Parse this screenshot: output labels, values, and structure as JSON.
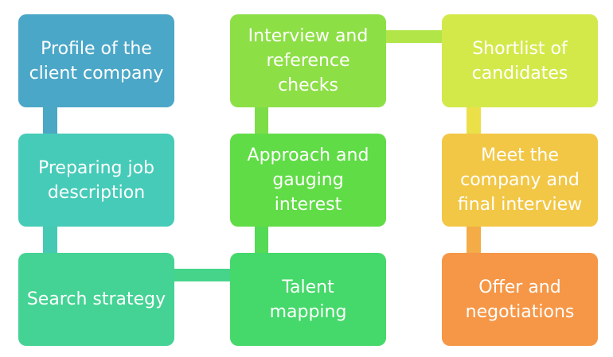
{
  "steps": [
    {
      "id": "b1",
      "label": "Profile of the\nclient company",
      "color": "#4ba7c7"
    },
    {
      "id": "b2",
      "label": "Preparing job\ndescription",
      "color": "#46cbb8"
    },
    {
      "id": "b3",
      "label": "Search strategy",
      "color": "#44d394"
    },
    {
      "id": "b4",
      "label": "Talent\nmapping",
      "color": "#45d86a"
    },
    {
      "id": "b5",
      "label": "Approach and\ngauging\ninterest",
      "color": "#60dc46"
    },
    {
      "id": "b6",
      "label": "Interview and\nreference\nchecks",
      "color": "#8ddf46"
    },
    {
      "id": "b7",
      "label": "Shortlist of\ncandidates",
      "color": "#d3e94a"
    },
    {
      "id": "b8",
      "label": "Meet the\ncompany and\nfinal interview",
      "color": "#f2c746"
    },
    {
      "id": "b9",
      "label": "Offer and\nnegotiations",
      "color": "#f59747"
    }
  ],
  "connectors": [
    {
      "id": "c1",
      "color": "#4aa8c4"
    },
    {
      "id": "c2",
      "color": "#46c9b3"
    },
    {
      "id": "c3",
      "color": "#46d48a"
    },
    {
      "id": "c4",
      "color": "#54da55"
    },
    {
      "id": "c5",
      "color": "#7ddd49"
    },
    {
      "id": "c6",
      "color": "#b2e548"
    },
    {
      "id": "c7",
      "color": "#ece048"
    },
    {
      "id": "c8",
      "color": "#f4ac46"
    }
  ]
}
